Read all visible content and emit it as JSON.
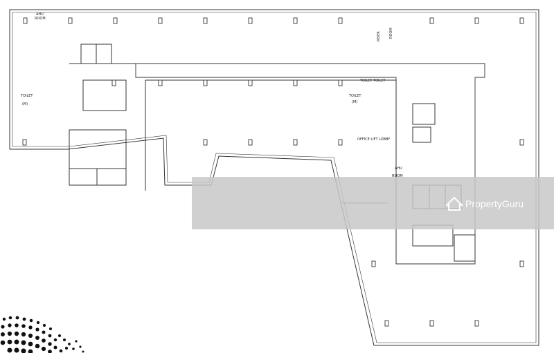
{
  "labels": {
    "ahu_room_top_a": "AHU",
    "ahu_room_top_b": "ROOM",
    "riser_room_a": "RISER",
    "riser_room_b": "ROOM",
    "toilet_left_a": "TOILET",
    "toilet_left_b": "(M)",
    "toilet_center_pair": "TOILET  TOILET",
    "toilet_center_a": "TOILET",
    "toilet_center_b": "(M)",
    "office_lift_lobby": "OFFICE LIFT LOBBY",
    "ahu_room_right_a": "AHU",
    "ahu_room_right_b": "ROOM"
  },
  "watermark": {
    "text": "PropertyGuru",
    "icon": "house-icon"
  },
  "colors": {
    "line": "#333333",
    "watermark_band": "#c8c8c8",
    "dots": "#111111"
  }
}
